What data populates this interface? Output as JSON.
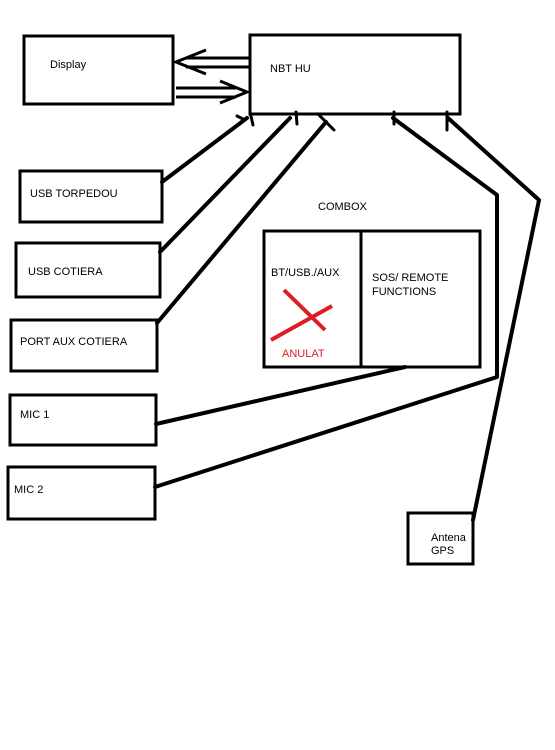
{
  "boxes": {
    "display": "Display",
    "nbt_hu": "NBT HU",
    "usb_torpedou": "USB TORPEDOU",
    "usb_cotiera": "USB COTIERA",
    "port_aux_cotiera": "PORT AUX COTIERA",
    "mic1": "MIC 1",
    "mic2": "MIC 2",
    "antena_line1": "Antena",
    "antena_line2": "GPS"
  },
  "combox": {
    "title": "COMBOX",
    "left_label": "BT/USB./AUX",
    "right_label_line1": "SOS/ REMOTE",
    "right_label_line2": "FUNCTIONS",
    "cancelled_note": "ANULAT"
  },
  "colors": {
    "stroke": "#000000",
    "cancel": "#e01b24"
  }
}
